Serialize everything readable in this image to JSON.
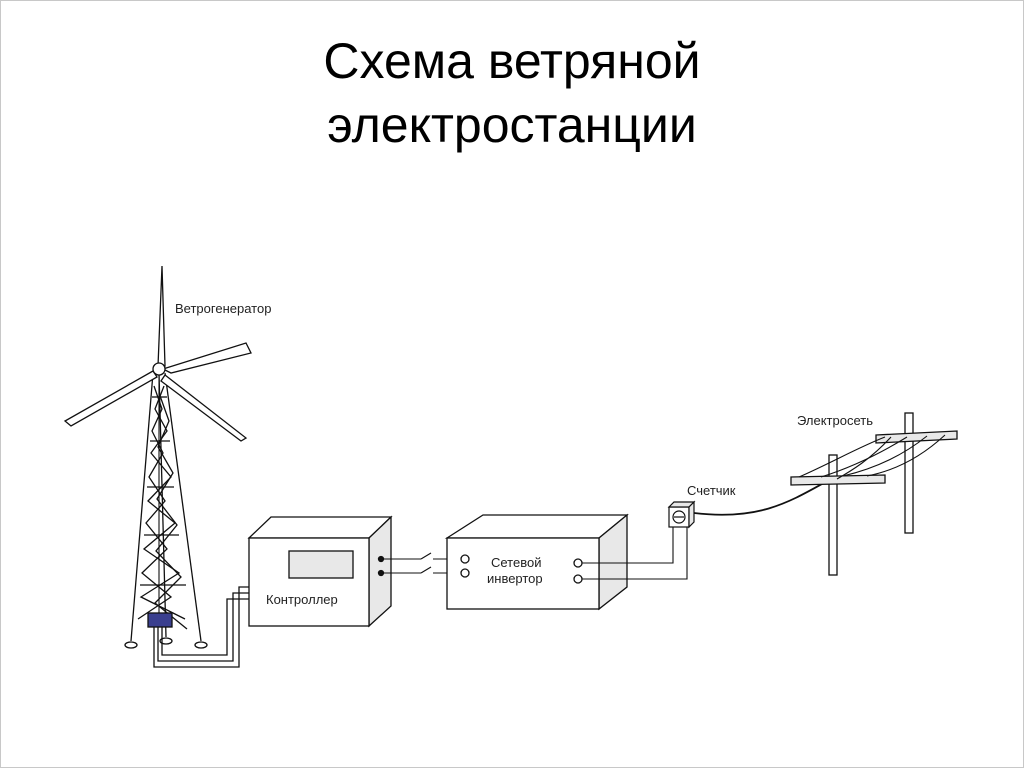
{
  "slide": {
    "title_line1": "Схема ветряной",
    "title_line2": "электростанции"
  },
  "labels": {
    "wind_generator": "Ветрогенератор",
    "controller": "Контроллер",
    "inverter_line1": "Сетевой",
    "inverter_line2": "инвертор",
    "meter": "Счетчик",
    "grid": "Электросеть"
  },
  "colors": {
    "line": "#111111",
    "face": "#ffffff",
    "shade": "#e8e8e8",
    "generator_box": "#3a3f8f",
    "frame": "#c8c8c8"
  }
}
